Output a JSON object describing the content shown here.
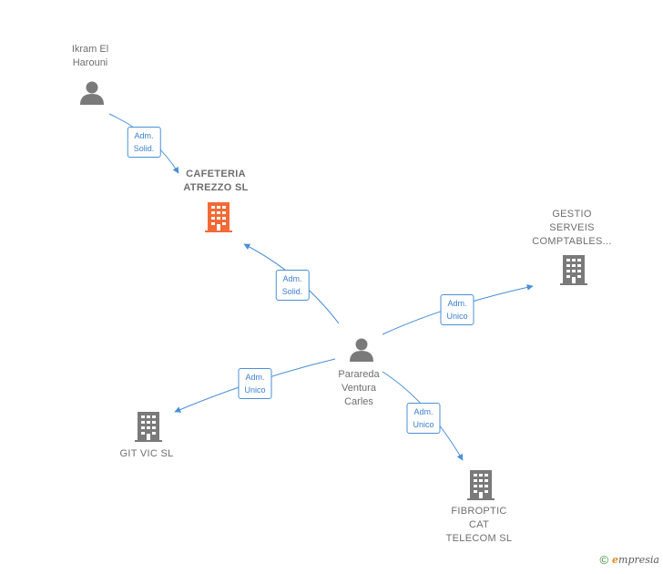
{
  "nodes": {
    "ikram": {
      "label": "Ikram El\nHarouni",
      "type": "person"
    },
    "cafeteria": {
      "label": "CAFETERIA\nATREZZO  SL",
      "type": "company-focus"
    },
    "gestio": {
      "label": "GESTIO\nSERVEIS\nCOMPTABLES...",
      "type": "company"
    },
    "parareda": {
      "label": "Parareda\nVentura\nCarles",
      "type": "person"
    },
    "gitvic": {
      "label": "GIT VIC  SL",
      "type": "company"
    },
    "fibroptic": {
      "label": "FIBROPTIC\nCAT\nTELECOM  SL",
      "type": "company"
    }
  },
  "edges": {
    "e1": {
      "label": "Adm.\nSolid."
    },
    "e2": {
      "label": "Adm.\nSolid."
    },
    "e3": {
      "label": "Adm.\nUnico"
    },
    "e4": {
      "label": "Adm.\nUnico"
    },
    "e5": {
      "label": "Adm.\nUnico"
    }
  },
  "colors": {
    "edge": "#4a8fd8",
    "focus_company": "#f26a35",
    "company": "#7a7a7a",
    "person": "#7a7a7a"
  },
  "footer": {
    "copyright_symbol": "©",
    "brand_initial": "e",
    "brand_rest": "mpresia"
  }
}
